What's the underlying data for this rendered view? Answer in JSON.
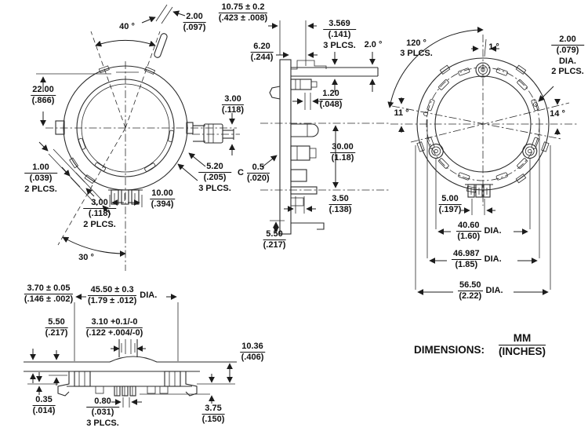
{
  "footer": {
    "label": "DIMENSIONS:",
    "mm": "MM",
    "in": "(INCHES)"
  },
  "labels": {
    "front_40deg": {
      "text": "40 °"
    },
    "front_200": {
      "mm": "2.00",
      "in": "(.097)"
    },
    "front_2200": {
      "mm": "22.00",
      "in": "(.866)"
    },
    "front_300_shaft": {
      "mm": "3.00",
      "in": "(.118)"
    },
    "front_100": {
      "mm": "1.00",
      "in": "(.039)",
      "note": "2 PLCS."
    },
    "front_520": {
      "mm": "5.20",
      "in": "(.205)",
      "note": "3 PLCS."
    },
    "front_1000": {
      "mm": "10.00",
      "in": "(.394)"
    },
    "front_300_lug": {
      "mm": "3.00",
      "in": "(.118)",
      "note": "2 PLCS."
    },
    "front_30deg": {
      "text": "30 °"
    },
    "side_1075": {
      "mm": "10.75 ± 0.2",
      "in": "(.423 ± .008)"
    },
    "side_620": {
      "mm": "6.20",
      "in": "(.244)"
    },
    "side_3569": {
      "mm": "3.569",
      "in": "(.141)",
      "note": "3 PLCS."
    },
    "side_20deg": {
      "text": "2.0 °"
    },
    "side_120": {
      "mm": "1.20",
      "in": "(.048)"
    },
    "side_3000": {
      "mm": "30.00",
      "in": "(1.18)"
    },
    "side_c05": {
      "prefix": "C",
      "mm": "0.5",
      "in": "(.020)"
    },
    "side_350": {
      "mm": "3.50",
      "in": "(.138)"
    },
    "side_550": {
      "mm": "5.50",
      "in": "(.217)"
    },
    "back_120deg": {
      "text": "120 °",
      "note": "3 PLCS."
    },
    "back_1deg": {
      "text": "1 °"
    },
    "back_200dia": {
      "mm": "2.00",
      "in": "(.079)",
      "note": "DIA.",
      "note2": "2 PLCS."
    },
    "back_11deg": {
      "text": "11 °"
    },
    "back_14deg": {
      "text": "14 °"
    },
    "back_500": {
      "mm": "5.00",
      "in": "(.197)"
    },
    "back_4060": {
      "mm": "40.60",
      "in": "(1.60)",
      "suffix": "DIA."
    },
    "back_46987": {
      "mm": "46.987",
      "in": "(1.85)",
      "suffix": "DIA."
    },
    "back_5650": {
      "mm": "56.50",
      "in": "(2.22)",
      "suffix": "DIA."
    },
    "bottom_370": {
      "mm": "3.70 ± 0.05",
      "in": "(.146 ± .002)"
    },
    "bottom_4550": {
      "mm": "45.50 ± 0.3",
      "in": "(1.79 ± .012)",
      "suffix": "DIA."
    },
    "bottom_550": {
      "mm": "5.50",
      "in": "(.217)"
    },
    "bottom_310": {
      "mm": "3.10 +0.1/-0",
      "in": "(.122 +.004/-0)"
    },
    "bottom_035": {
      "mm": "0.35",
      "in": "(.014)"
    },
    "bottom_080": {
      "mm": "0.80",
      "in": "(.031)",
      "note": "3 PLCS."
    },
    "bottom_1036": {
      "mm": "10.36",
      "in": "(.406)"
    },
    "bottom_375": {
      "mm": "3.75",
      "in": "(.150)"
    }
  }
}
